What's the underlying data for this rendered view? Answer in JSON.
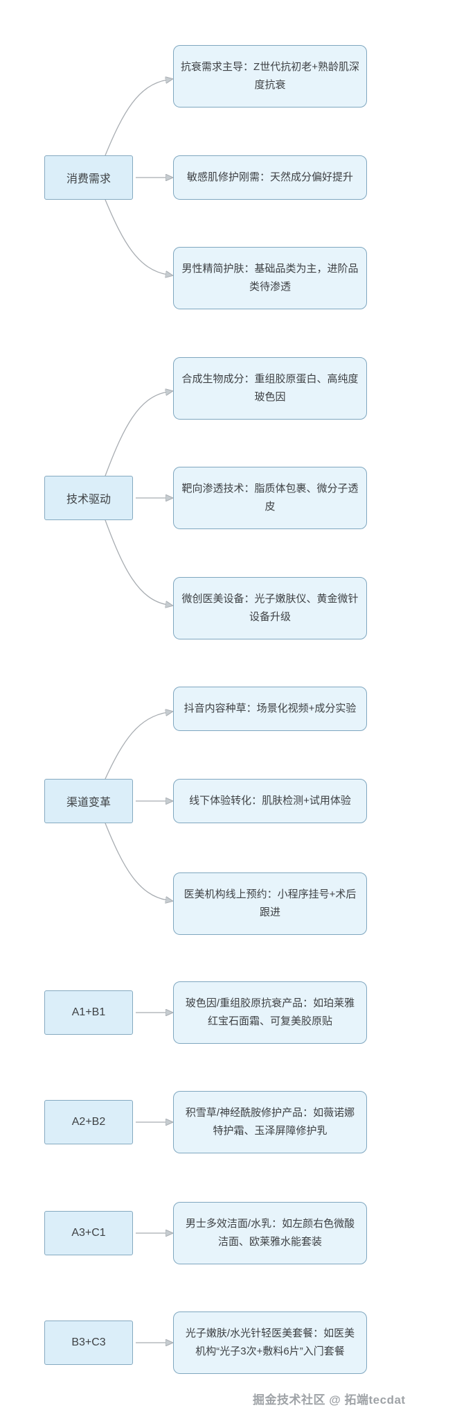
{
  "colors": {
    "box_fill": "#e7f4fb",
    "box_border": "#7ea6bf",
    "node_fill": "#dbeef9",
    "node_border": "#84a9c0",
    "arrow": "#a7acb1",
    "arrowhead_fill": "#c6ccd0",
    "text": "#3e4144",
    "watermark": "#9fa3a7"
  },
  "clusters": [
    {
      "node": "消费需求",
      "children": [
        "抗衰需求主导：Z世代抗初老+熟龄肌深度抗衰",
        "敏感肌修护刚需：天然成分偏好提升",
        "男性精简护肤：基础品类为主，进阶品类待渗透"
      ]
    },
    {
      "node": "技术驱动",
      "children": [
        "合成生物成分：重组胶原蛋白、高纯度玻色因",
        "靶向渗透技术：脂质体包裹、微分子透皮",
        "微创医美设备：光子嫩肤仪、黄金微针设备升级"
      ]
    },
    {
      "node": "渠道变革",
      "children": [
        "抖音内容种草：场景化视频+成分实验",
        "线下体验转化：肌肤检测+试用体验",
        "医美机构线上预约：小程序挂号+术后跟进"
      ]
    },
    {
      "node": "A1+B1",
      "children": [
        "玻色因/重组胶原抗衰产品：如珀莱雅红宝石面霜、可复美胶原贴"
      ]
    },
    {
      "node": "A2+B2",
      "children": [
        "积雪草/神经酰胺修护产品：如薇诺娜特护霜、玉泽屏障修护乳"
      ]
    },
    {
      "node": "A3+C1",
      "children": [
        "男士多效洁面/水乳：如左颜右色微酸洁面、欧莱雅水能套装"
      ]
    },
    {
      "node": "B3+C3",
      "children": [
        "光子嫩肤/水光针轻医美套餐：如医美机构“光子3次+敷料6片”入门套餐"
      ]
    }
  ],
  "footer": {
    "text": "掘金技术社区 @ 拓端tecdat"
  }
}
